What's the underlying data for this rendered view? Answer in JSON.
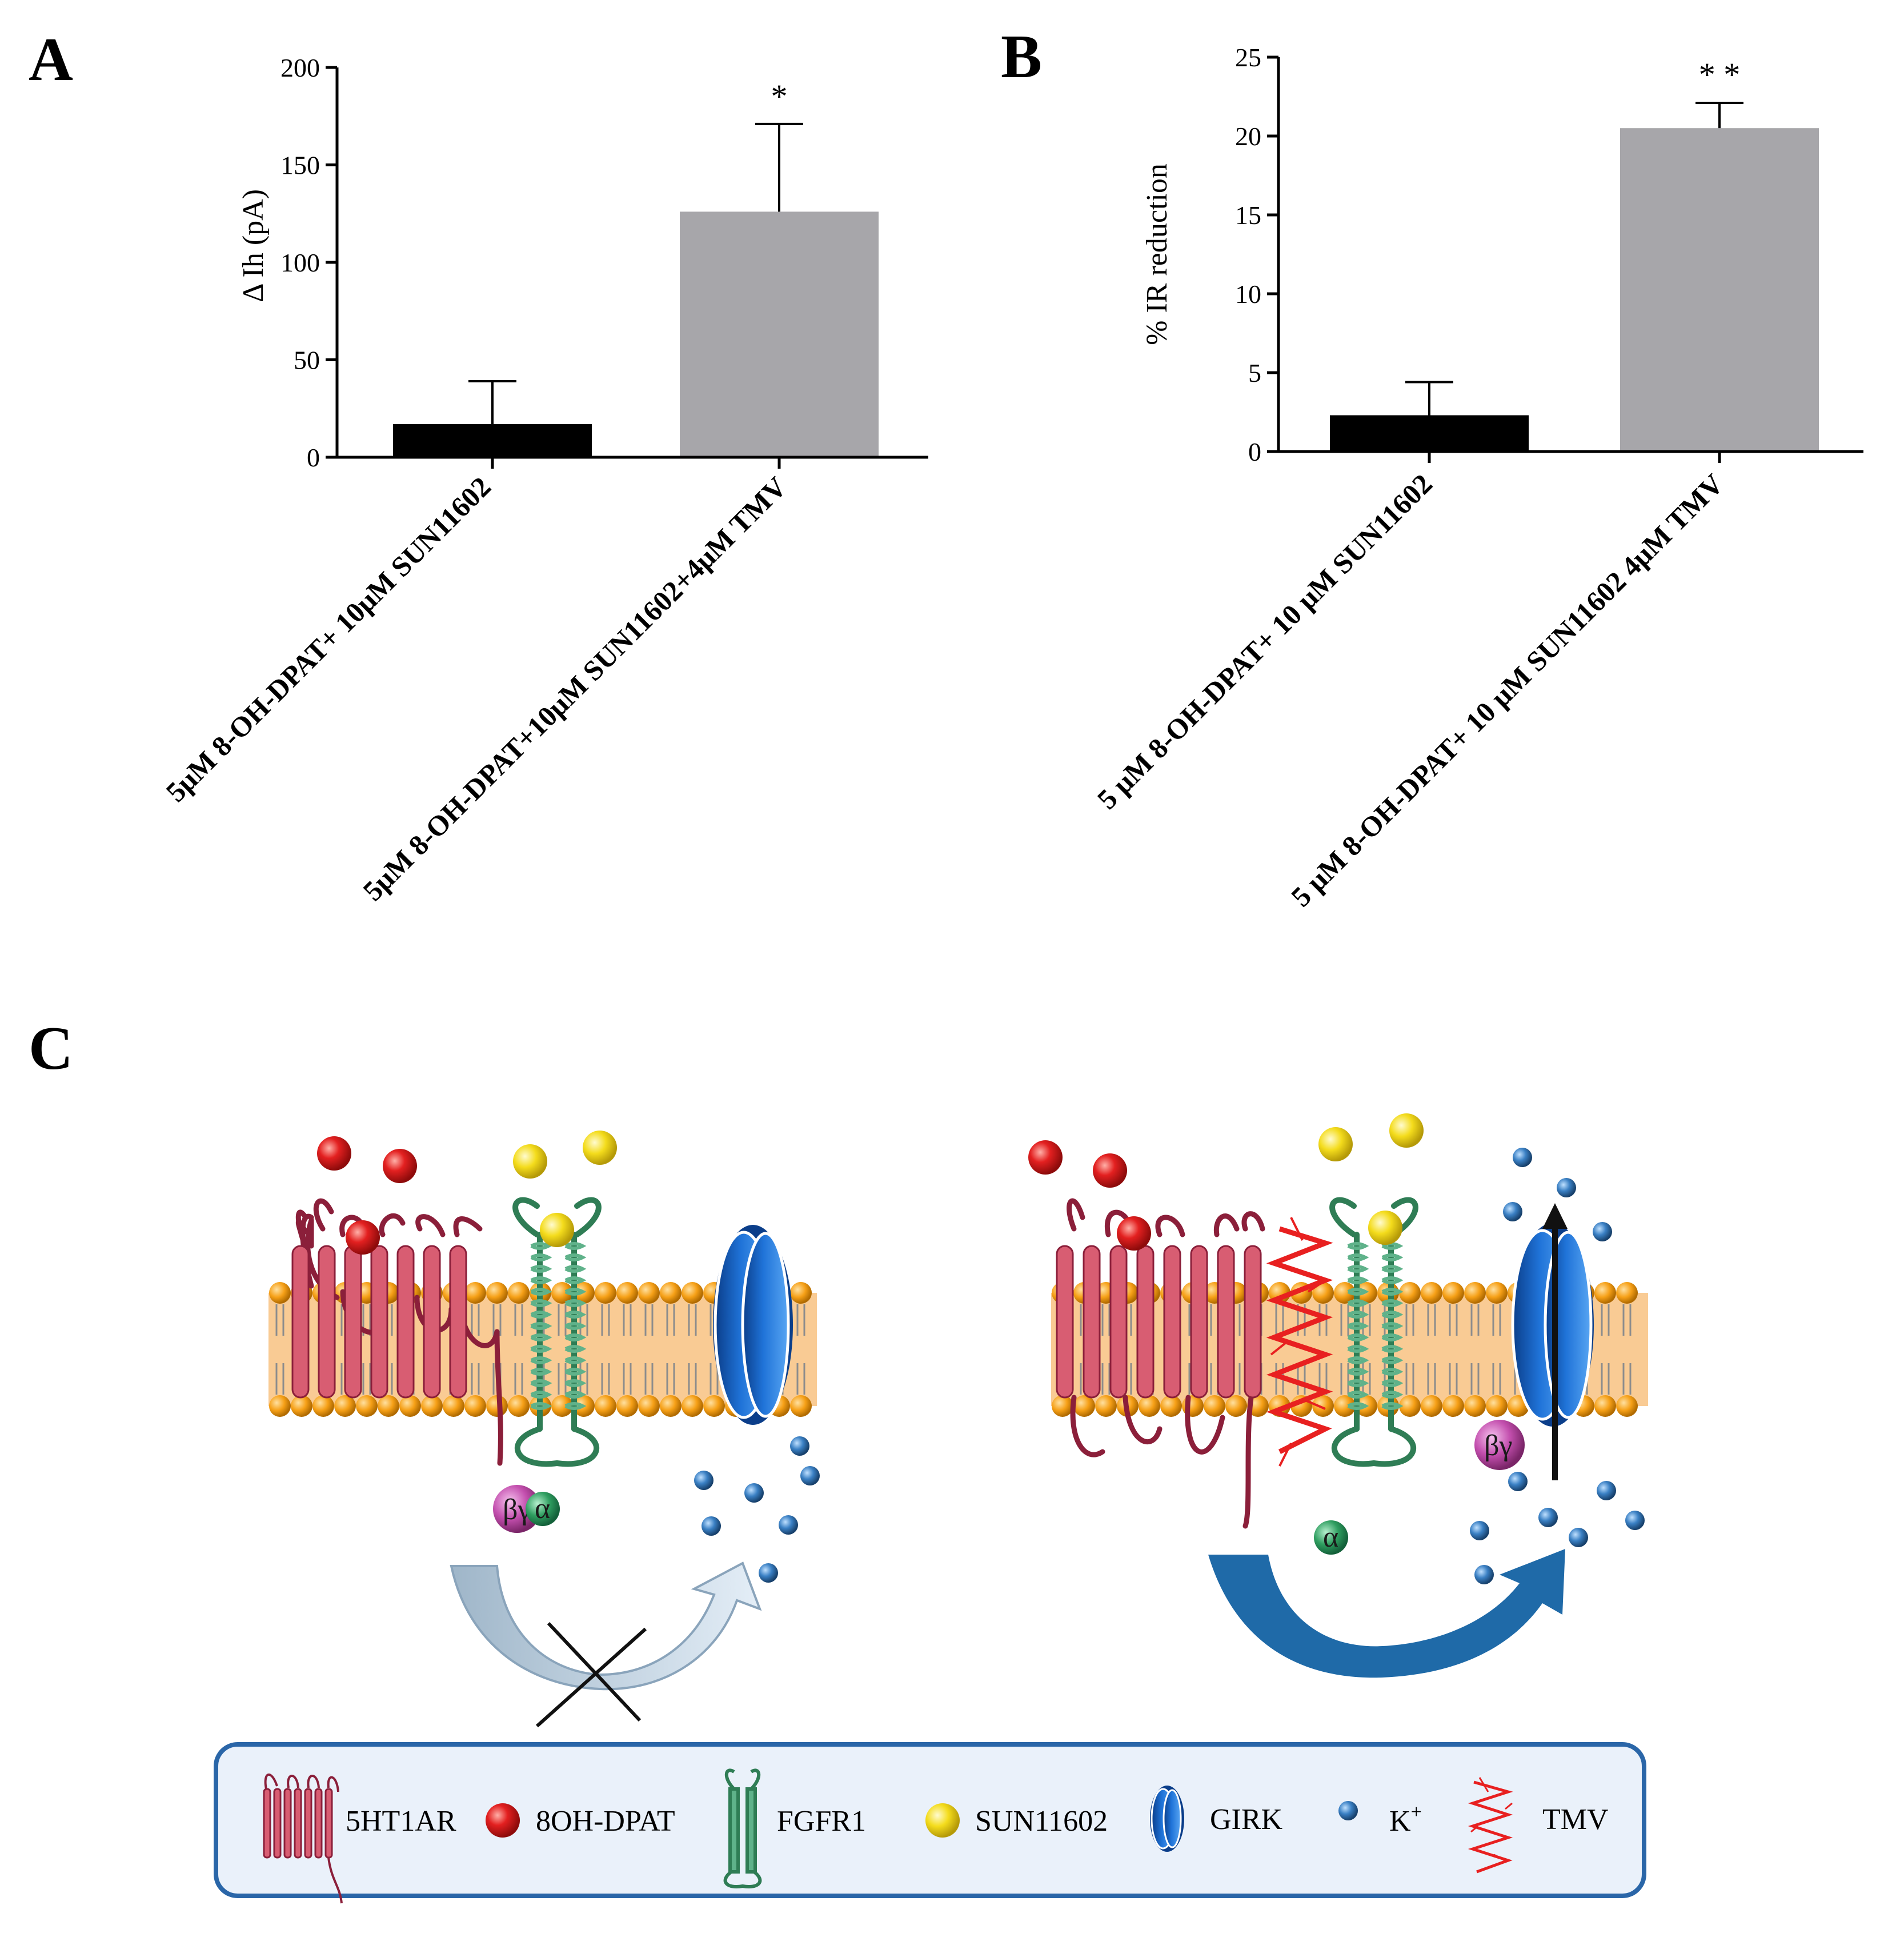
{
  "panels": {
    "a": "A",
    "b": "B",
    "c": "C"
  },
  "chart_data": [
    {
      "type": "bar",
      "ylabel": "Δ Ih (pA)",
      "ylim": [
        0,
        200
      ],
      "yticks": [
        0,
        50,
        100,
        150,
        200
      ],
      "categories": [
        "5μM 8-OH-DPAT+ 10μM SUN11602",
        "5μM 8-OH-DPAT+10μM SUN11602+4μM TMV"
      ],
      "values": [
        17,
        126
      ],
      "errors": [
        22,
        45
      ],
      "colors": [
        "#000000",
        "#a7a6aa"
      ],
      "annotations": [
        "",
        "*"
      ],
      "grid": false
    },
    {
      "type": "bar",
      "ylabel": "% IR reduction",
      "ylim": [
        0,
        25
      ],
      "yticks": [
        0,
        5,
        10,
        15,
        20,
        25
      ],
      "categories": [
        "5 μM 8-OH-DPAT+ 10 μM SUN11602",
        "5 μM 8-OH-DPAT+ 10 μM SUN11602 4μM TMV"
      ],
      "values": [
        2.3,
        20.5
      ],
      "errors": [
        2.1,
        1.6
      ],
      "colors": [
        "#000000",
        "#a7a6aa"
      ],
      "annotations": [
        "",
        "* *"
      ],
      "grid": false
    }
  ],
  "diagram": {
    "subunit_beta_gamma": "βγ",
    "subunit_alpha": "α"
  },
  "legend": [
    {
      "icon": "5ht1ar-receptor-icon",
      "label": "5HT1AR"
    },
    {
      "icon": "red-ball-icon",
      "label": "8OH-DPAT",
      "color": "#e32020"
    },
    {
      "icon": "fgfr1-receptor-icon",
      "label": "FGFR1"
    },
    {
      "icon": "yellow-ball-icon",
      "label": "SUN11602",
      "color": "#f4dc1c"
    },
    {
      "icon": "girk-channel-icon",
      "label": "GIRK"
    },
    {
      "icon": "k-ion-icon",
      "label": "K",
      "sup": "+"
    },
    {
      "icon": "tmv-icon",
      "label": "TMV"
    }
  ],
  "colors": {
    "membrane": "#f9cb94",
    "lipid_head": "#f6a017",
    "receptor": "#d85d72",
    "fgfr": "#5fb28a",
    "girk": "#1f73d8",
    "ion": "#2b6aa3",
    "arrow": "#1f6aa8",
    "legend_border": "#2a66a8"
  }
}
